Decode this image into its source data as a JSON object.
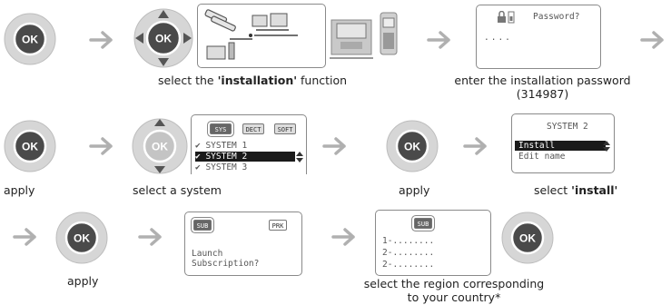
{
  "button_label": "OK",
  "captions": {
    "installation_pre": "select the ",
    "installation_bold": "'installation'",
    "installation_post": " function",
    "password_line1": "enter the installation password",
    "password_line2": "(314987)",
    "apply": "apply",
    "select_system": "select a system",
    "select_install_pre": "select ",
    "select_install_bold": "'install'",
    "region_line1": "select the region corresponding",
    "region_line2": "to your country*"
  },
  "password_screen": {
    "title": "Password?",
    "entry": "...."
  },
  "system_screen": {
    "modes": [
      "SYS",
      "DECT",
      "SOFT"
    ],
    "items": [
      "SYSTEM 1",
      "SYSTEM 2",
      "SYSTEM 3"
    ],
    "selected_index": 1
  },
  "system2_screen": {
    "title": "SYSTEM 2",
    "items": [
      "Install",
      "Edit name"
    ],
    "selected_index": 0
  },
  "launch_screen": {
    "mode_left": "SUB",
    "mode_right": "PRK",
    "line1": "Launch",
    "line2": "Subscription?"
  },
  "region_screen": {
    "mode": "SUB",
    "lines": [
      "1-........",
      "2-........",
      "2-........"
    ]
  },
  "colors": {
    "ring": "#c8c8c8",
    "button": "#555555",
    "arrow": "#b0b0b0",
    "highlight": "#1a1a1a"
  }
}
